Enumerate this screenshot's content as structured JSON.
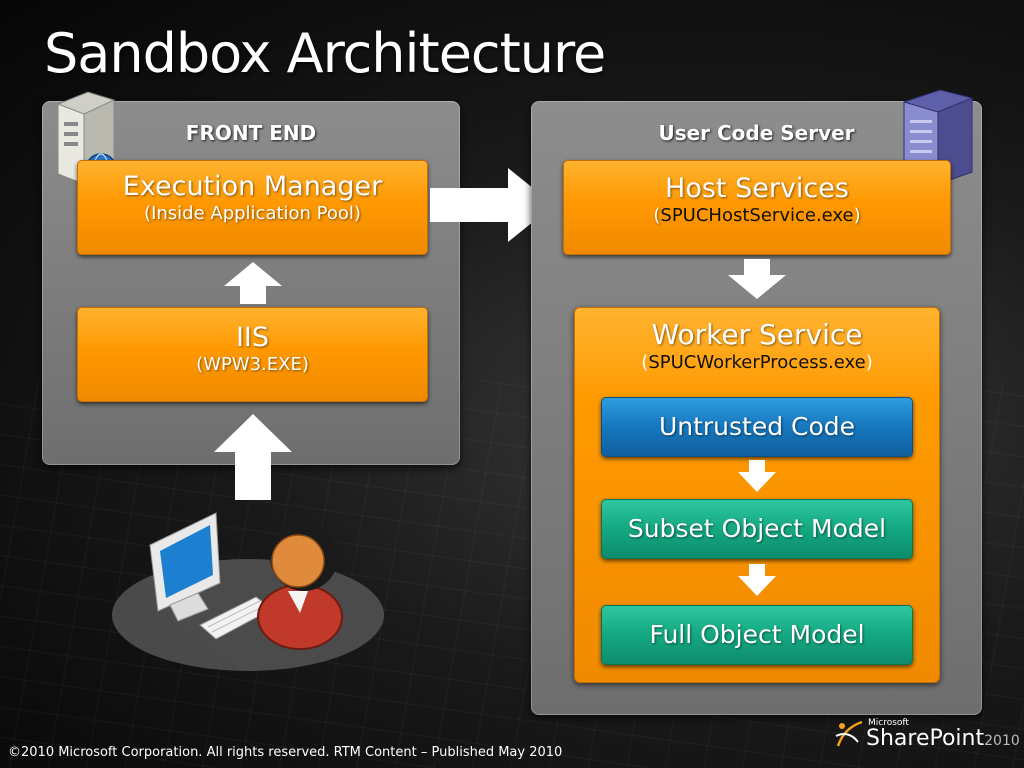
{
  "title": "Sandbox Architecture",
  "front_end": {
    "title": "FRONT END",
    "execution_manager": {
      "main": "Execution Manager",
      "sub": "(Inside Application Pool)"
    },
    "iis": {
      "main": "IIS",
      "sub": "(WPW3.EXE)"
    }
  },
  "user_code_server": {
    "title": "User Code Server",
    "host_services": {
      "main": "Host Services",
      "sub_open": "(",
      "sub_text": "SPUCHostService.exe",
      "sub_close": ")"
    },
    "worker_service": {
      "main": "Worker Service",
      "sub_open": "(",
      "sub_text": "SPUCWorkerProcess.exe",
      "sub_close": ")",
      "untrusted_code": "Untrusted Code",
      "subset_object_model": "Subset Object Model",
      "full_object_model": "Full Object Model"
    }
  },
  "footer": "©2010 Microsoft Corporation. All rights reserved. RTM Content – Published May 2010",
  "logo": {
    "microsoft": "Microsoft",
    "sharepoint": "SharePoint",
    "year": "2010"
  },
  "colors": {
    "orange": "#ff9800",
    "blue": "#1677bd",
    "teal": "#14a882",
    "panel": "#7d7d7d"
  },
  "icons": [
    "server-icon",
    "globe-icon",
    "server-rack-icon",
    "monitor-icon",
    "keyboard-icon",
    "user-icon"
  ]
}
